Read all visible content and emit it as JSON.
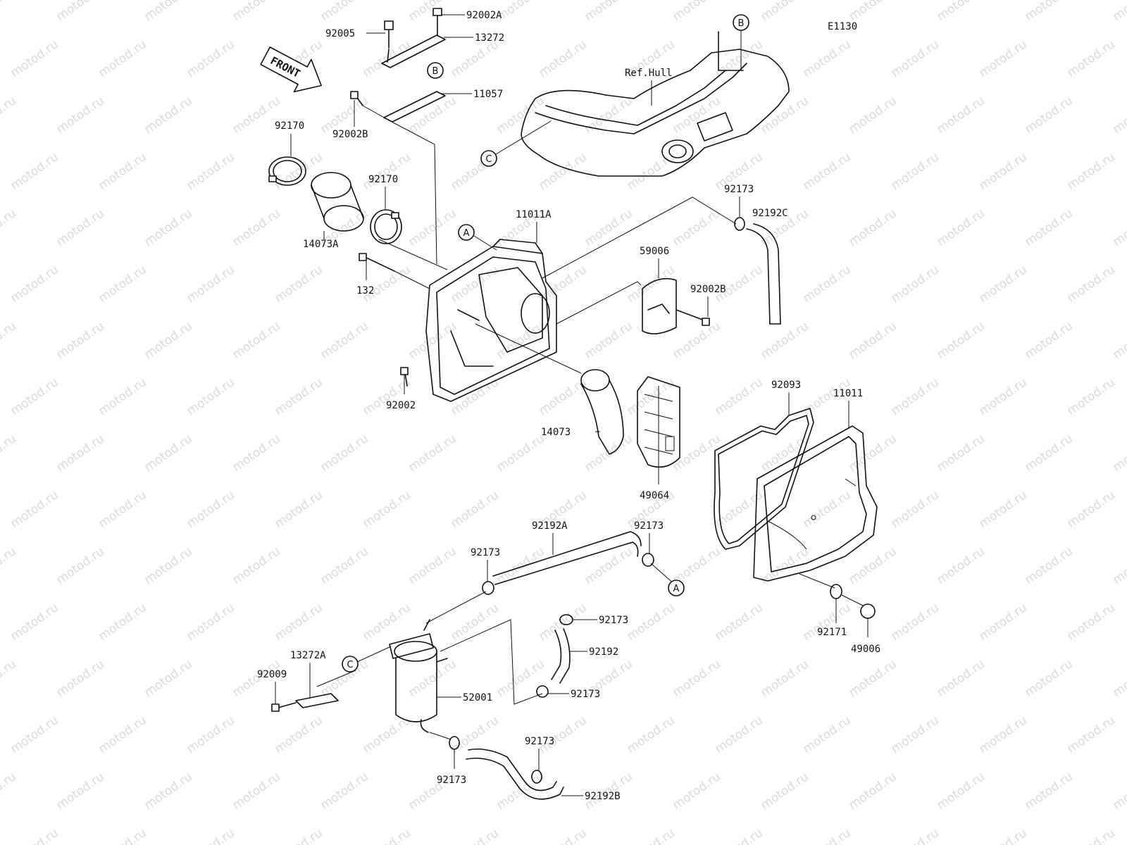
{
  "diagram_code": "E1130",
  "watermark": "motod.ru",
  "front_label": "FRONT",
  "ref_hull": "Ref.Hull",
  "callouts": {
    "a": "A",
    "b": "B",
    "c": "C"
  },
  "parts": {
    "p92002A": "92002A",
    "p92005": "92005",
    "p13272": "13272",
    "p11057": "11057",
    "p92002B_top": "92002B",
    "p92170_left": "92170",
    "p92170_mid": "92170",
    "p14073A": "14073A",
    "p132": "132",
    "p11011A": "11011A",
    "p92002": "92002",
    "p92173_top": "92173",
    "p92192C": "92192C",
    "p59006": "59006",
    "p92002B_right": "92002B",
    "p14073": "14073",
    "p49064": "49064",
    "p92093": "92093",
    "p11011": "11011",
    "p92192A": "92192A",
    "p92173_a": "92173",
    "p92173_b": "92173",
    "p92173_c": "92173",
    "p92192": "92192",
    "p92173_d": "92173",
    "p13272A": "13272A",
    "p92009": "92009",
    "p52001": "52001",
    "p92173_e": "92173",
    "p92173_f": "92173",
    "p92192B": "92192B",
    "p92171": "92171",
    "p49006": "49006"
  }
}
